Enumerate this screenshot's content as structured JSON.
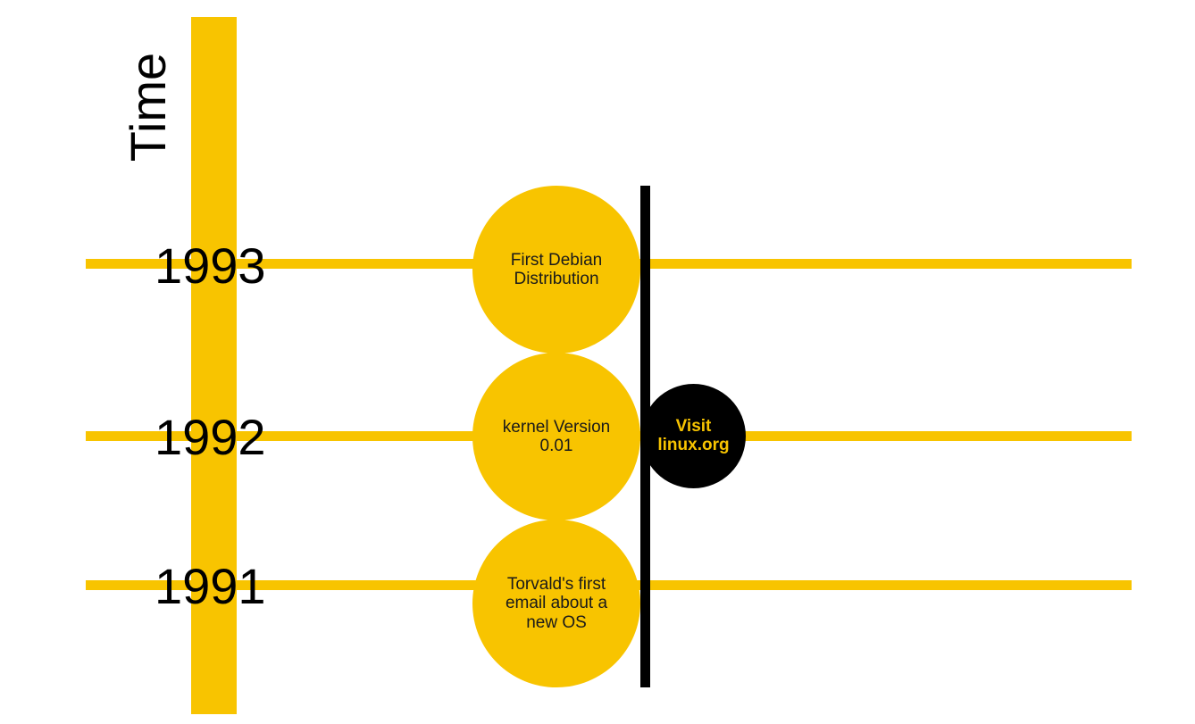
{
  "axis": {
    "label": "Time"
  },
  "timeline": [
    {
      "year": "1993",
      "event": "First Debian Distribution"
    },
    {
      "year": "1992",
      "event": "kernel Version 0.01"
    },
    {
      "year": "1991",
      "event": "Torvald's first email about a new OS"
    }
  ],
  "link": {
    "label_line1": "Visit",
    "label_line2": "linux.org"
  },
  "colors": {
    "accent": "#f8c400",
    "dark": "#000000",
    "link_text": "#f8c400"
  }
}
